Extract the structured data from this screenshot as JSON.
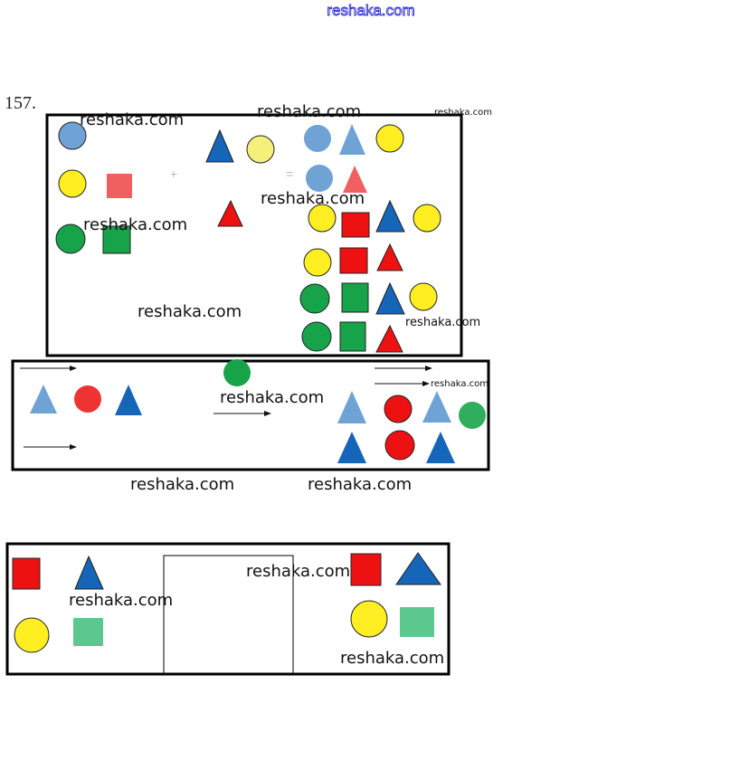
{
  "header": {
    "site_link": "reshaka.com"
  },
  "exercise": {
    "number": "157."
  },
  "watermarks": [
    "reshaka.com",
    "reshaka.com",
    "reshaka.com",
    "reshaka.com",
    "reshaka.com",
    "reshaka.com",
    "reshaka.com",
    "reshaka.com",
    "reshaka.com",
    "reshaka.com",
    "reshaka.com",
    "reshaka.com",
    "reshaka.com",
    "reshaka.com"
  ],
  "colors": {
    "red": "#ee1111",
    "blue": "#1565b8",
    "light_blue": "#6fa3d6",
    "yellow": "#ffee22",
    "green": "#16a34a",
    "light_green": "#5cc88e",
    "pink": "#f06060"
  }
}
